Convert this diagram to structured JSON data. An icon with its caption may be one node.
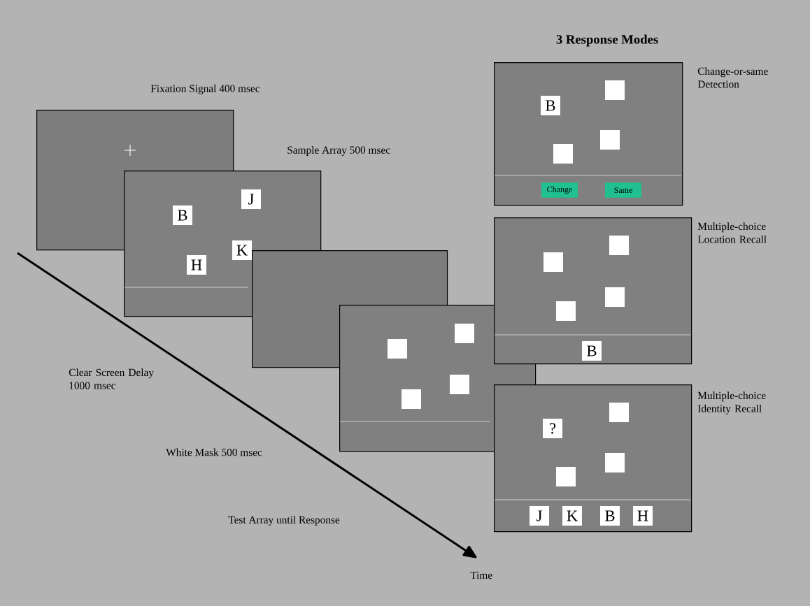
{
  "diagram": {
    "title": "3 Response Modes",
    "nodes": [
      {
        "text": [],
        "shape": "box",
        "beside": [
          "Fixation Signal 400 msec"
        ]
      },
      {
        "text": [],
        "shape": "box",
        "beside": [
          "Sample Array 500 msec"
        ]
      },
      {
        "text": [
          "B"
        ]
      },
      {
        "text": [
          "J"
        ],
        "in": 1
      },
      {
        "text": [
          "K"
        ],
        "in": 1
      },
      {
        "text": [
          "H"
        ],
        "in": 1
      },
      {
        "text": [],
        "shape": "box"
      },
      {
        "text": [],
        "shape": "box"
      },
      {
        "text": [],
        "shape": "box"
      },
      {
        "text": [],
        "shape": "box",
        "in": 7
      },
      {
        "text": [],
        "shape": "box",
        "in": 7
      },
      {
        "text": [],
        "shape": "box",
        "in": 7
      },
      {
        "text": [],
        "shape": "box",
        "beside": [
          "Change-or-same Detection"
        ]
      },
      {
        "text": [
          "B"
        ],
        "in": 12
      },
      {
        "text": [],
        "shape": "box",
        "in": 12
      },
      {
        "text": [],
        "shape": "box",
        "in": 12
      },
      {
        "text": [],
        "shape": "box",
        "in": 12
      },
      {
        "text": [
          "Change"
        ],
        "in": 12
      },
      {
        "text": [
          "Same"
        ],
        "in": 12
      },
      {
        "text": [],
        "shape": "box",
        "beside": [
          "Multiple-choice Location Recall"
        ]
      },
      {
        "text": [],
        "shape": "box",
        "in": 19
      },
      {
        "text": [],
        "shape": "box",
        "in": 19
      },
      {
        "text": [],
        "shape": "box",
        "in": 19
      },
      {
        "text": [],
        "shape": "box",
        "in": 19
      },
      {
        "text": [
          "B"
        ],
        "in": 19
      },
      {
        "text": [],
        "shape": "box",
        "beside": [
          "Multiple-choice Identity Recall"
        ]
      },
      {
        "text": [
          "?"
        ],
        "in": 25
      },
      {
        "text": [],
        "shape": "box",
        "in": 25
      },
      {
        "text": [],
        "shape": "box",
        "in": 25
      },
      {
        "text": [],
        "shape": "box",
        "in": 25
      },
      {
        "text": [
          "J"
        ],
        "in": 25
      },
      {
        "text": [
          "K"
        ],
        "in": 25
      },
      {
        "text": [
          "B"
        ],
        "in": 25
      },
      {
        "text": [
          "H"
        ],
        "in": 25
      }
    ],
    "labels": [
      "Clear Screen Delay 1000 msec",
      "White Mask 500 msec",
      "Test Array until Response",
      "Time"
    ]
  }
}
